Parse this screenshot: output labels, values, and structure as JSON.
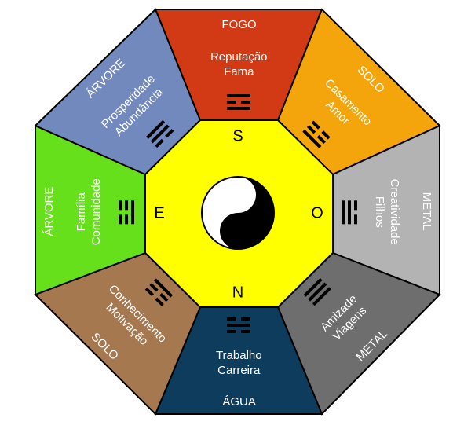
{
  "colors": {
    "center": "#ffff00",
    "outline": "#000000",
    "trigram": "#000000"
  },
  "center": {
    "symbol": "yin-yang-icon"
  },
  "directions": {
    "top": "S",
    "bottom": "N",
    "left": "E",
    "right": "O"
  },
  "sectors": [
    {
      "id": "top",
      "element": "FOGO",
      "line1": "Reputação",
      "line2": "Fama",
      "color": "#d13a14",
      "trigram": [
        1,
        0,
        1
      ]
    },
    {
      "id": "top-right",
      "element": "SOLO",
      "line1": "Casamento",
      "line2": "Amor",
      "color": "#f4a50c",
      "trigram": [
        0,
        0,
        1
      ]
    },
    {
      "id": "right",
      "element": "METAL",
      "line1": "Creatividade",
      "line2": "Filhos",
      "color": "#b3b3b3",
      "trigram": [
        0,
        1,
        1
      ]
    },
    {
      "id": "bottom-right",
      "element": "METAL",
      "line1": "Amizade",
      "line2": "Viagens",
      "color": "#6e6e6e",
      "trigram": [
        1,
        1,
        1
      ]
    },
    {
      "id": "bottom",
      "element": "ÁGUA",
      "line1": "Trabalho",
      "line2": "Carreira",
      "color": "#0e3c5c",
      "trigram": [
        0,
        1,
        0
      ]
    },
    {
      "id": "bottom-left",
      "element": "SOLO",
      "line1": "Conhecimento",
      "line2": "Motivação",
      "color": "#a57850",
      "trigram": [
        1,
        0,
        0
      ]
    },
    {
      "id": "left",
      "element": "ÁRVORE",
      "line1": "Família",
      "line2": "Comunidade",
      "color": "#66e01a",
      "trigram": [
        0,
        0,
        1
      ]
    },
    {
      "id": "top-left",
      "element": "ÁRVORE",
      "line1": "Prosperidade",
      "line2": "Abundância",
      "color": "#7189bd",
      "trigram": [
        1,
        1,
        0
      ]
    }
  ]
}
